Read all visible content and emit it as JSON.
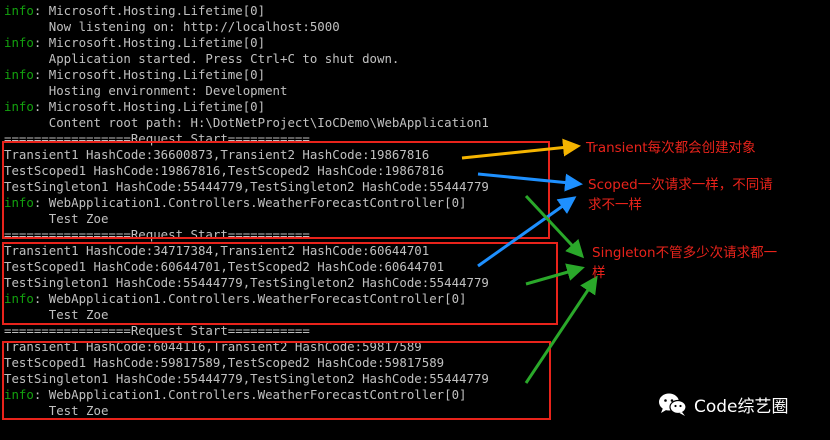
{
  "console": {
    "lines": [
      {
        "prefix": "info",
        "text": ": Microsoft.Hosting.Lifetime[0]"
      },
      {
        "prefix": "",
        "text": "      Now listening on: http://localhost:5000"
      },
      {
        "prefix": "info",
        "text": ": Microsoft.Hosting.Lifetime[0]"
      },
      {
        "prefix": "",
        "text": "      Application started. Press Ctrl+C to shut down."
      },
      {
        "prefix": "info",
        "text": ": Microsoft.Hosting.Lifetime[0]"
      },
      {
        "prefix": "",
        "text": "      Hosting environment: Development"
      },
      {
        "prefix": "info",
        "text": ": Microsoft.Hosting.Lifetime[0]"
      },
      {
        "prefix": "",
        "text": "      Content root path: H:\\DotNetProject\\IoCDemo\\WebApplication1"
      },
      {
        "prefix": "",
        "text": "=================Request Start==========="
      },
      {
        "prefix": "",
        "text": "Transient1 HashCode:36600873,Transient2 HashCode:19867816"
      },
      {
        "prefix": "",
        "text": "TestScoped1 HashCode:19867816,TestScoped2 HashCode:19867816"
      },
      {
        "prefix": "",
        "text": "TestSingleton1 HashCode:55444779,TestSingleton2 HashCode:55444779"
      },
      {
        "prefix": "info",
        "text": ": WebApplication1.Controllers.WeatherForecastController[0]"
      },
      {
        "prefix": "",
        "text": "      Test Zoe"
      },
      {
        "prefix": "",
        "text": "=================Request Start==========="
      },
      {
        "prefix": "",
        "text": "Transient1 HashCode:34717384,Transient2 HashCode:60644701"
      },
      {
        "prefix": "",
        "text": "TestScoped1 HashCode:60644701,TestScoped2 HashCode:60644701"
      },
      {
        "prefix": "",
        "text": "TestSingleton1 HashCode:55444779,TestSingleton2 HashCode:55444779"
      },
      {
        "prefix": "info",
        "text": ": WebApplication1.Controllers.WeatherForecastController[0]"
      },
      {
        "prefix": "",
        "text": "      Test Zoe"
      },
      {
        "prefix": "",
        "text": "=================Request Start==========="
      },
      {
        "prefix": "",
        "text": "Transient1 HashCode:6044116,Transient2 HashCode:59817589"
      },
      {
        "prefix": "",
        "text": "TestScoped1 HashCode:59817589,TestScoped2 HashCode:59817589"
      },
      {
        "prefix": "",
        "text": "TestSingleton1 HashCode:55444779,TestSingleton2 HashCode:55444779"
      },
      {
        "prefix": "info",
        "text": ": WebApplication1.Controllers.WeatherForecastController[0]"
      },
      {
        "prefix": "",
        "text": "      Test Zoe"
      }
    ]
  },
  "annotations": {
    "transient": "Transient每次都会创建对象",
    "scoped_1": "Scoped一次请求一样，不同请",
    "scoped_2": "求不一样",
    "singleton_1": "Singleton不管多少次请求都一",
    "singleton_2": "样"
  },
  "watermark": {
    "text": "Code综艺圈",
    "icon": "wechat-icon"
  },
  "colors": {
    "background": "#000000",
    "console_text": "#c0c0c0",
    "info_prefix": "#13a10e",
    "highlight_box": "#e8231b",
    "transient_arrow": "#f5b400",
    "scoped_arrow": "#1e90ff",
    "singleton_arrow": "#2aa82a"
  }
}
